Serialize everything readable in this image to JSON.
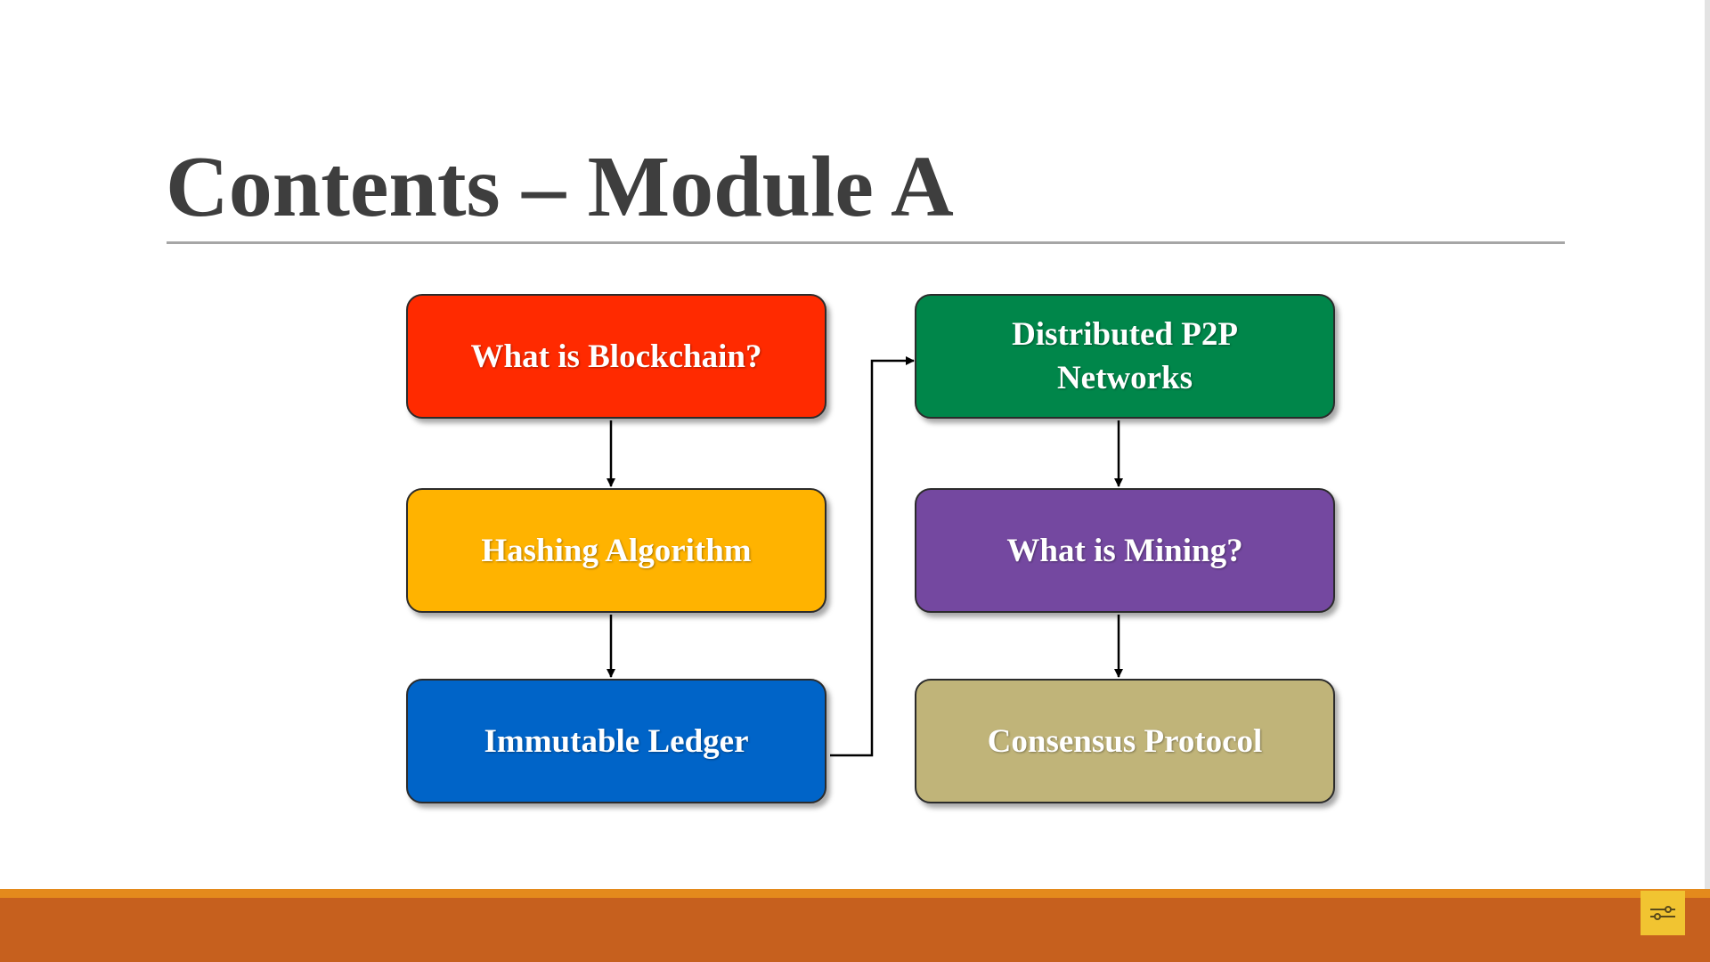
{
  "slide": {
    "title": "Contents – Module A"
  },
  "diagram": {
    "nodes": [
      {
        "id": "blockchain",
        "label": "What is Blockchain?",
        "color": "#ff2a00"
      },
      {
        "id": "hashing",
        "label": "Hashing Algorithm",
        "color": "#ffb300"
      },
      {
        "id": "ledger",
        "label": "Immutable Ledger",
        "color": "#0064c8"
      },
      {
        "id": "p2p",
        "label": "Distributed P2P Networks",
        "color": "#00864a"
      },
      {
        "id": "mining",
        "label": "What is Mining?",
        "color": "#7448a0"
      },
      {
        "id": "consensus",
        "label": "Consensus Protocol",
        "color": "#c0b479"
      }
    ],
    "edges": [
      {
        "from": "blockchain",
        "to": "hashing"
      },
      {
        "from": "hashing",
        "to": "ledger"
      },
      {
        "from": "ledger",
        "to": "p2p"
      },
      {
        "from": "p2p",
        "to": "mining"
      },
      {
        "from": "mining",
        "to": "consensus"
      }
    ]
  },
  "footer": {
    "band_color": "#c6601e",
    "stripe_color": "#e48a1c",
    "widget_icon": "tools-icon",
    "widget_color": "#f1c431"
  }
}
